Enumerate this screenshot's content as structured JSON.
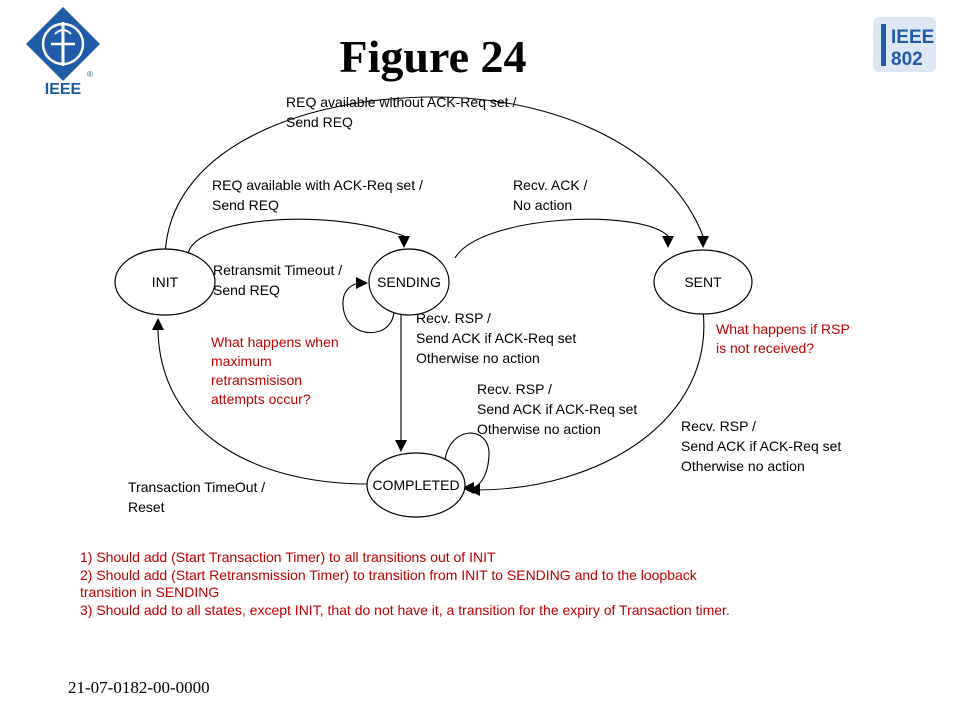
{
  "slide": {
    "title": "Figure 24",
    "footer": "21-07-0182-00-0000",
    "logo_left_text": "IEEE",
    "logo_right_text": [
      "IEEE",
      "802"
    ]
  },
  "states": {
    "init": "INIT",
    "sending": "SENDING",
    "sent": "SENT",
    "completed": "COMPLETED"
  },
  "transitions": {
    "init_to_sent": [
      "REQ available without ACK-Req set /",
      "Send REQ"
    ],
    "init_to_sending": [
      "REQ available with ACK-Req set /",
      "Send REQ"
    ],
    "sending_to_sent": [
      "Recv. ACK /",
      "No action"
    ],
    "sending_loop": [
      "Retransmit Timeout /",
      "Send REQ"
    ],
    "sending_to_completed": [
      "Recv. RSP /",
      "Send ACK if ACK-Req set",
      "Otherwise no action"
    ],
    "completed_loop": [
      "Recv. RSP /",
      "Send ACK if ACK-Req set",
      "Otherwise no action"
    ],
    "sent_to_completed": [
      "Recv. RSP /",
      "Send ACK if ACK-Req set",
      "Otherwise no action"
    ],
    "completed_to_init": [
      "Transaction TimeOut /",
      "Reset"
    ]
  },
  "comments": {
    "sending": [
      "What happens when",
      "maximum",
      "retransmisison",
      "attempts occur?"
    ],
    "sent": [
      "What happens if RSP",
      "is not received?"
    ]
  },
  "notes": [
    "1) Should add (Start Transaction Timer) to all transitions out of INIT",
    "2) Should add (Start Retransmission Timer) to transition from INIT to SENDING and to the loopback",
    "transition in SENDING",
    "3) Should add to all states, except INIT, that do not have it, a transition for the expiry of Transaction timer."
  ],
  "colors": {
    "comment": "#c00000",
    "logo_blue": "#1f5ca8"
  }
}
